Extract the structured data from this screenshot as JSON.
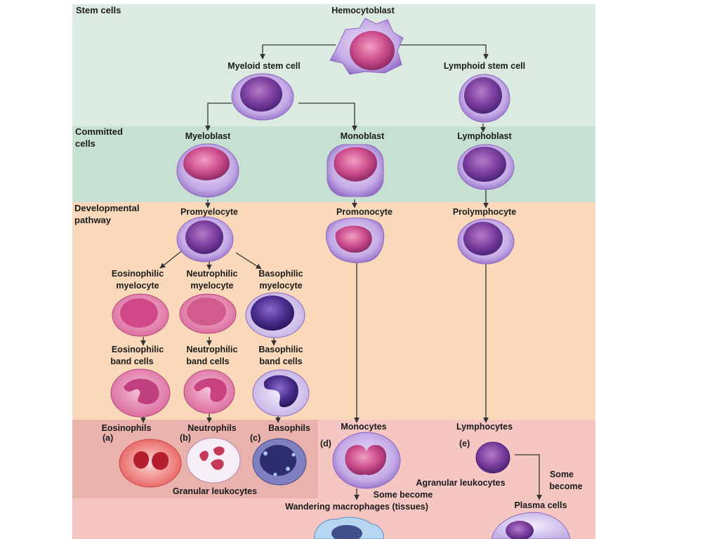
{
  "bands": {
    "stem": "Stem cells",
    "committed": [
      "Committed",
      "cells"
    ],
    "developmental": [
      "Developmental",
      "pathway"
    ]
  },
  "cells": {
    "hemocytoblast": "Hemocytoblast",
    "myeloid_stem": "Myeloid stem cell",
    "lymphoid_stem": "Lymphoid stem cell",
    "myeloblast": "Myeloblast",
    "monoblast": "Monoblast",
    "lymphoblast": "Lymphoblast",
    "promyelocyte": "Promyelocyte",
    "promonocyte": "Promonocyte",
    "prolymphocyte": "Prolymphocyte",
    "eos_myelocyte": [
      "Eosinophilic",
      "myelocyte"
    ],
    "neu_myelocyte": [
      "Neutrophilic",
      "myelocyte"
    ],
    "bas_myelocyte": [
      "Basophilic",
      "myelocyte"
    ],
    "eos_band": [
      "Eosinophilic",
      "band cells"
    ],
    "neu_band": [
      "Neutrophilic",
      "band cells"
    ],
    "bas_band": [
      "Basophilic",
      "band cells"
    ],
    "eosinophils": "Eosinophils",
    "neutrophils": "Neutrophils",
    "basophils": "Basophils",
    "monocytes": "Monocytes",
    "lymphocytes": "Lymphocytes",
    "plasma": "Plasma cells",
    "macrophages": "Wandering macrophages (tissues)"
  },
  "tags": {
    "a": "(a)",
    "b": "(b)",
    "c": "(c)",
    "d": "(d)",
    "e": "(e)"
  },
  "groups": {
    "granular": "Granular leukocytes",
    "agranular": "Agranular leukocytes"
  },
  "notes": {
    "some_become_left": "Some become",
    "some_become_right": [
      "Some",
      "become"
    ]
  },
  "colors": {
    "stem_band": "#dcebe2",
    "committed_band": "#c6e1d2",
    "developmental_band": "#f9d9b9",
    "mature_band": "#f5c6c2",
    "granular_box": "#eab2ad",
    "cell_purple": "#7a4aa8",
    "cell_pink": "#c94f86",
    "cell_rim": "#b99fe0"
  }
}
